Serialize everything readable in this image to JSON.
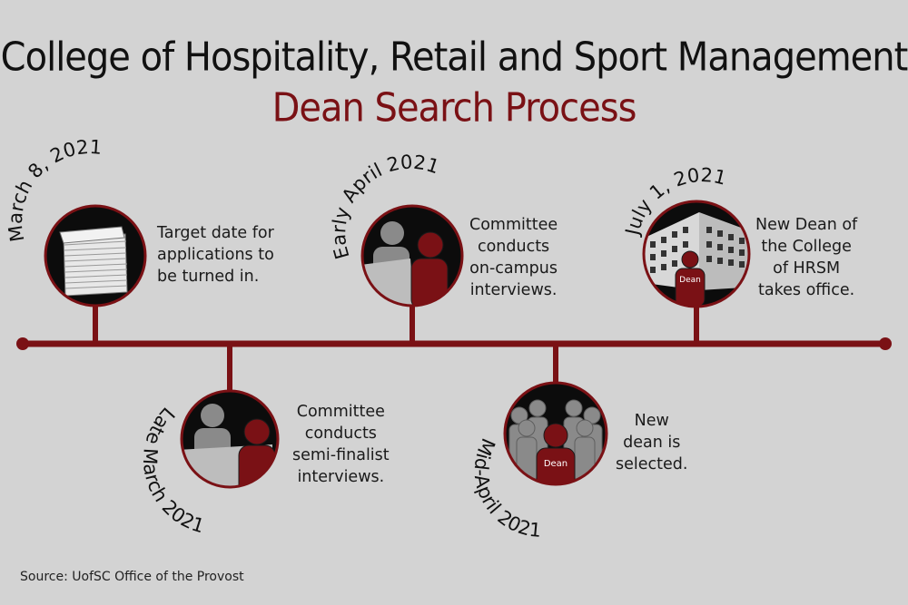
{
  "title": "College of Hospitality, Retail and Sport Management",
  "subtitle": "Dean Search Process",
  "source": "Source: UofSC Office of the Provost",
  "colors": {
    "accent": "#7a1115",
    "background": "#d3d3d3",
    "text": "#1a1a1a",
    "figure_gray": "#8a8a8a"
  },
  "milestones": [
    {
      "date": "March 8, 2021",
      "icon": "paper-stack-icon",
      "description": [
        "Target date for",
        "applications to",
        "be turned in."
      ]
    },
    {
      "date": "Late March 2021",
      "icon": "interview-icon",
      "description": [
        "Committee",
        "conducts",
        "semi-finalist",
        "interviews."
      ]
    },
    {
      "date": "Early April 2021",
      "icon": "interview-icon",
      "description": [
        "Committee",
        "conducts",
        "on-campus",
        "interviews."
      ]
    },
    {
      "date": "Mid-April 2021",
      "icon": "group-icon",
      "description": [
        "New",
        "dean is",
        "selected."
      ],
      "badge": "Dean"
    },
    {
      "date": "July 1, 2021",
      "icon": "building-icon",
      "description": [
        "New Dean of",
        "the College",
        "of HRSM",
        "takes office."
      ],
      "badge": "Dean"
    }
  ]
}
